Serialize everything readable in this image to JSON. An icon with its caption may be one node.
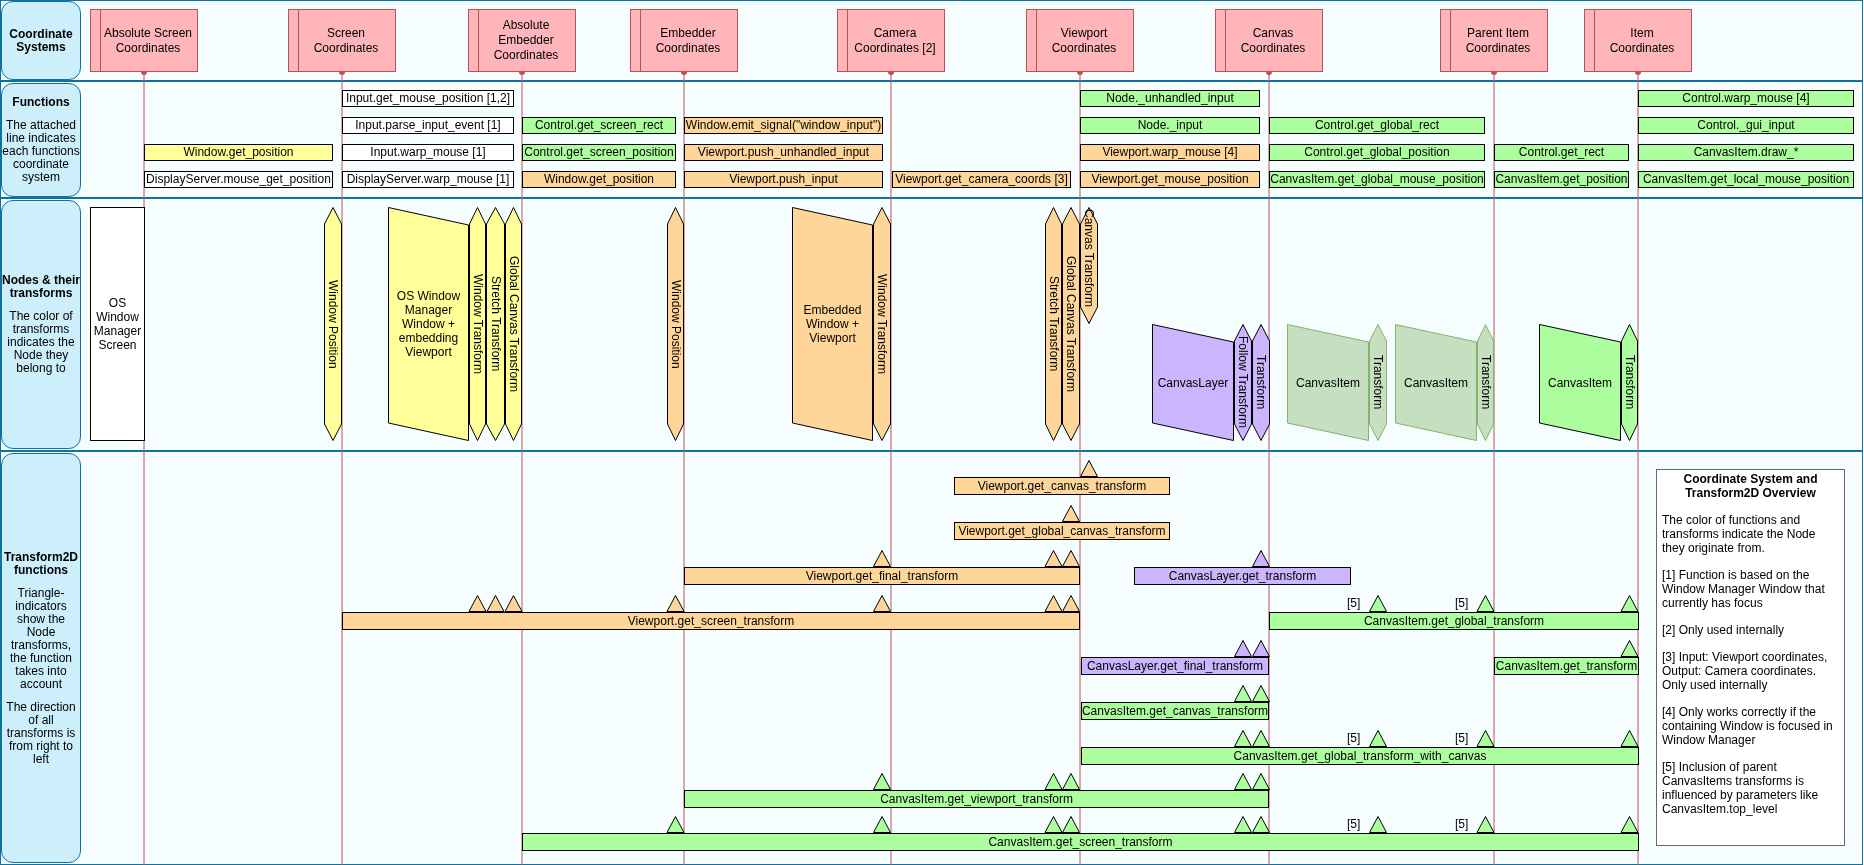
{
  "diagram": {
    "nodes": [
      {
        "text": [
          "Coordinate Systems"
        ]
      },
      {
        "text": [
          "Absolute Screen Coordinates"
        ]
      },
      {
        "text": [
          "Screen Coordinates"
        ]
      },
      {
        "text": [
          "Absolute Embedder Coordinates"
        ]
      },
      {
        "text": [
          "Embedder Coordinates"
        ]
      },
      {
        "text": [
          "Camera Coordinates [2]"
        ]
      },
      {
        "text": [
          "Viewport Coordinates"
        ]
      },
      {
        "text": [
          "Canvas Coordinates"
        ]
      },
      {
        "text": [
          "Parent Item Coordinates"
        ]
      },
      {
        "text": [
          "Item Coordinates"
        ]
      },
      {
        "text": [
          "Functions",
          "The attached line indicates each functions coordinate system"
        ]
      },
      {
        "text": [
          "Input.get_mouse_position [1,2]"
        ]
      },
      {
        "text": [
          "Node._unhandled_input"
        ]
      },
      {
        "text": [
          "Control.warp_mouse [4]"
        ]
      },
      {
        "text": [
          "Input.parse_input_event [1]"
        ]
      },
      {
        "text": [
          "Control.get_screen_rect"
        ]
      },
      {
        "text": [
          "Window.emit_signal(\"window_input\")"
        ]
      },
      {
        "text": [
          "Node._input"
        ]
      },
      {
        "text": [
          "Control.get_global_rect"
        ]
      },
      {
        "text": [
          "Control._gui_input"
        ]
      },
      {
        "text": [
          "Window.get_position"
        ]
      },
      {
        "text": [
          "Input.warp_mouse [1]"
        ]
      },
      {
        "text": [
          "Control.get_screen_position"
        ]
      },
      {
        "text": [
          "Viewport.push_unhandled_input"
        ]
      },
      {
        "text": [
          "Viewport.warp_mouse [4]"
        ]
      },
      {
        "text": [
          "Control.get_global_position"
        ]
      },
      {
        "text": [
          "Control.get_rect"
        ]
      },
      {
        "text": [
          "CanvasItem.draw_*"
        ]
      },
      {
        "text": [
          "DisplayServer.mouse_get_position"
        ]
      },
      {
        "text": [
          "DisplayServer.warp_mouse [1]"
        ]
      },
      {
        "text": [
          "Window.get_position"
        ]
      },
      {
        "text": [
          "Viewport.push_input"
        ]
      },
      {
        "text": [
          "Viewport.get_camera_coords [3]"
        ]
      },
      {
        "text": [
          "Viewport.get_mouse_position"
        ]
      },
      {
        "text": [
          "CanvasItem.get_global_mouse_position"
        ]
      },
      {
        "text": [
          "CanvasItem.get_position"
        ]
      },
      {
        "text": [
          "CanvasItem.get_local_mouse_position"
        ]
      },
      {
        "text": [
          "Nodes & their transforms",
          "The color of transforms indicates the Node they belong to"
        ]
      },
      {
        "text": [
          "OS Window Manager Screen"
        ]
      },
      {
        "text": [
          "Window Position"
        ]
      },
      {
        "text": [
          "OS Window Manager Window + embedding Viewport"
        ]
      },
      {
        "text": [
          "Window Transform"
        ]
      },
      {
        "text": [
          "Stretch Transform"
        ]
      },
      {
        "text": [
          "Global Canvas Transform"
        ]
      },
      {
        "text": [
          "Window Position"
        ]
      },
      {
        "text": [
          "Embedded Window + Viewport"
        ]
      },
      {
        "text": [
          "Window Transform"
        ]
      },
      {
        "text": [
          "Stretch Transform"
        ]
      },
      {
        "text": [
          "Global Canvas Transform"
        ]
      },
      {
        "text": [
          "Canvas Transform"
        ]
      },
      {
        "text": [
          "CanvasLayer"
        ]
      },
      {
        "text": [
          "Follow Transform"
        ]
      },
      {
        "text": [
          "Transform"
        ]
      },
      {
        "text": [
          "CanvasItem"
        ]
      },
      {
        "text": [
          "Transform"
        ]
      },
      {
        "text": [
          "CanvasItem"
        ]
      },
      {
        "text": [
          "Transform"
        ]
      },
      {
        "text": [
          "CanvasItem"
        ]
      },
      {
        "text": [
          "Transform"
        ]
      },
      {
        "text": [
          "Transform2D functions",
          "Triangle-indicators show the Node transforms, the function takes into account",
          "The direction of all transforms is from right to left"
        ]
      },
      {
        "text": [
          "Viewport.get_canvas_transform"
        ]
      },
      {
        "text": [
          "Viewport.get_global_canvas_transform"
        ]
      },
      {
        "text": [
          "Viewport.get_final_transform"
        ]
      },
      {
        "text": [
          "CanvasLayer.get_transform"
        ]
      },
      {
        "text": [
          "Viewport.get_screen_transform"
        ]
      },
      {
        "text": [
          "CanvasItem.get_global_transform"
        ],
        "beside": [
          "[5]",
          "[5]"
        ]
      },
      {
        "text": [
          "CanvasLayer.get_final_transform"
        ]
      },
      {
        "text": [
          "CanvasItem.get_transform"
        ]
      },
      {
        "text": [
          "CanvasItem.get_canvas_transform"
        ]
      },
      {
        "text": [
          "CanvasItem.get_global_transform_with_canvas"
        ],
        "beside": [
          "[5]",
          "[5]"
        ]
      },
      {
        "text": [
          "CanvasItem.get_viewport_transform"
        ]
      },
      {
        "text": [
          "CanvasItem.get_screen_transform"
        ],
        "beside": [
          "[5]",
          "[5]"
        ]
      },
      {
        "text": [
          "Coordinate System and Transform2D Overview",
          "The color of functions and transforms indicate the Node they originate from.",
          "[1] Function is based on the Window Manager Window that currently has focus",
          "[2] Only used internally",
          "[3] Input: Viewport coordinates, Output: Camera coordinates. Only used internally",
          "[4] Only works correctly if the containing Window is focused in Window Manager",
          "[5] Inclusion of parent CanvasItems transforms is influenced by parameters like CanvasItem.top_level"
        ]
      }
    ],
    "edges": [
      {
        "from": 1,
        "to": null,
        "arrow": "other"
      },
      {
        "from": 2,
        "to": null,
        "arrow": "other"
      },
      {
        "from": 3,
        "to": null,
        "arrow": "other"
      },
      {
        "from": 4,
        "to": null,
        "arrow": "other"
      },
      {
        "from": 5,
        "to": null,
        "arrow": "other"
      },
      {
        "from": 6,
        "to": null,
        "arrow": "other"
      },
      {
        "from": 7,
        "to": null,
        "arrow": "other"
      },
      {
        "from": 8,
        "to": null,
        "arrow": "other"
      },
      {
        "from": 9,
        "to": null,
        "arrow": "other"
      }
    ]
  }
}
